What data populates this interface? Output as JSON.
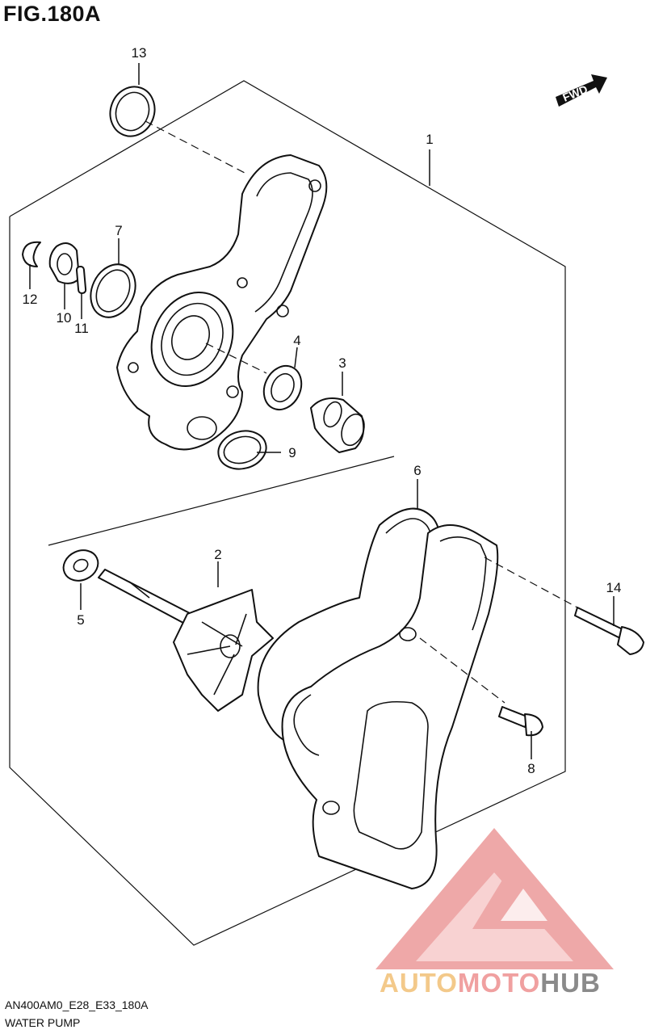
{
  "figure": {
    "title": "FIG.180A",
    "fwd_label": "FWD"
  },
  "callouts": [
    "1",
    "2",
    "3",
    "4",
    "5",
    "6",
    "7",
    "8",
    "9",
    "10",
    "11",
    "12",
    "13",
    "14"
  ],
  "footer": {
    "code": "AN400AM0_E28_E33_180A",
    "name": "WATER PUMP"
  },
  "watermark": {
    "part_a": "AUTO",
    "part_b": "MOTO",
    "part_c": "HUB",
    "colors": {
      "auto": "#f3c98a",
      "moto": "#f0a0a0",
      "hub": "#8a8a8a",
      "logo": "#e98b8b"
    }
  }
}
